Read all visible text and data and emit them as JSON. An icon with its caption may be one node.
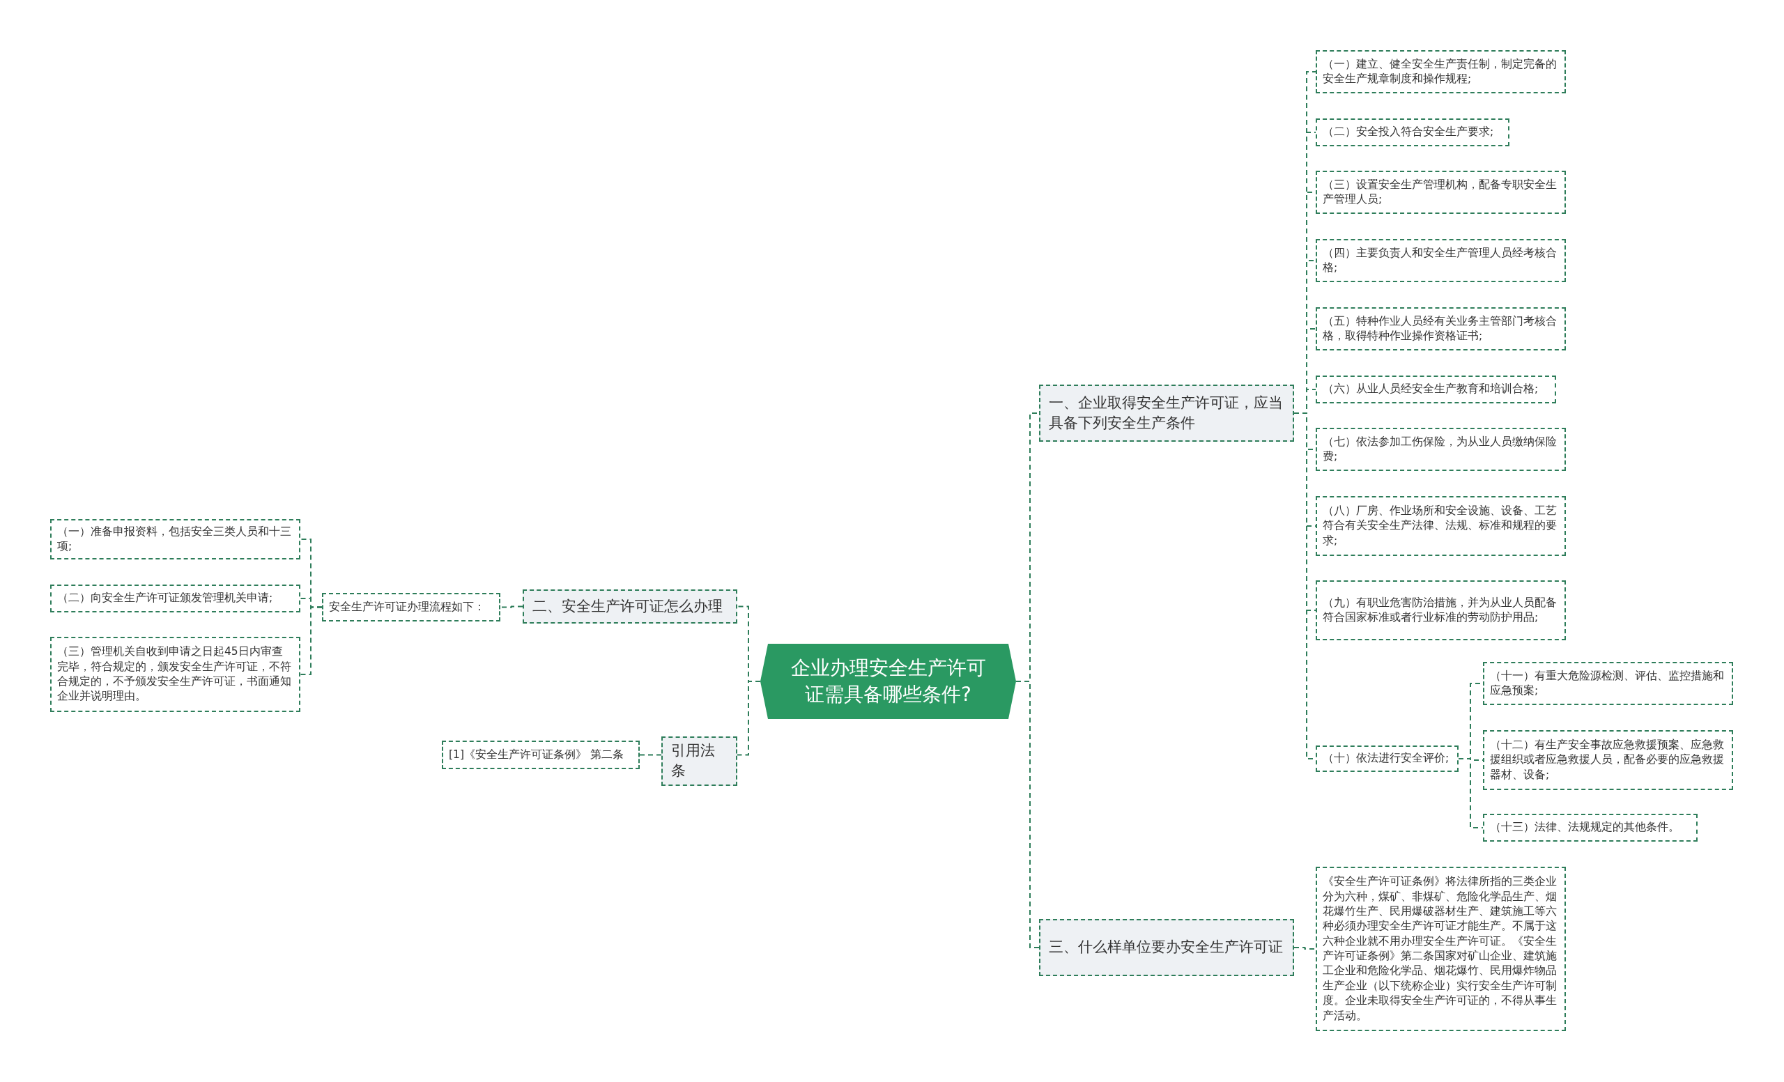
{
  "diagram": {
    "nodes": [
      {
        "text": [
          "企业办理安全生产许可证需具备哪些条件?"
        ]
      },
      {
        "text": [
          "一、企业取得安全生产许可证，应当具备下列安全生产条件"
        ]
      },
      {
        "text": [
          "（一）建立、健全安全生产责任制，制定完备的安全生产规章制度和操作规程;"
        ]
      },
      {
        "text": [
          "（二）安全投入符合安全生产要求;"
        ]
      },
      {
        "text": [
          "（三）设置安全生产管理机构，配备专职安全生产管理人员;"
        ]
      },
      {
        "text": [
          "（四）主要负责人和安全生产管理人员经考核合格;"
        ]
      },
      {
        "text": [
          "（五）特种作业人员经有关业务主管部门考核合格，取得特种作业操作资格证书;"
        ]
      },
      {
        "text": [
          "（六）从业人员经安全生产教育和培训合格;"
        ]
      },
      {
        "text": [
          "（七）依法参加工伤保险，为从业人员缴纳保险费;"
        ]
      },
      {
        "text": [
          "（八）厂房、作业场所和安全设施、设备、工艺符合有关安全生产法律、法规、标准和规程的要求;"
        ]
      },
      {
        "text": [
          "（九）有职业危害防治措施，并为从业人员配备符合国家标准或者行业标准的劳动防护用品;"
        ]
      },
      {
        "text": [
          "（十）依法进行安全评价;"
        ]
      },
      {
        "text": [
          "（十一）有重大危险源检测、评估、监控措施和应急预案;"
        ]
      },
      {
        "text": [
          "（十二）有生产安全事故应急救援预案、应急救援组织或者应急救援人员，配备必要的应急救援器材、设备;"
        ]
      },
      {
        "text": [
          "（十三）法律、法规规定的其他条件。"
        ]
      },
      {
        "text": [
          "三、什么样单位要办安全生产许可证"
        ]
      },
      {
        "text": [
          "《安全生产许可证条例》将法律所指的三类企业分为六种，煤矿、非煤矿、危险化学品生产、烟花爆竹生产、民用爆破器材生产、建筑施工等六种必须办理安全生产许可证才能生产。不属于这六种企业就不用办理安全生产许可证。《安全生产许可证条例》第二条国家对矿山企业、建筑施工企业和危险化学品、烟花爆竹、民用爆炸物品生产企业（以下统称企业）实行安全生产许可制度。企业未取得安全生产许可证的，不得从事生产活动。"
        ]
      },
      {
        "text": [
          "二、安全生产许可证怎么办理"
        ]
      },
      {
        "text": [
          "安全生产许可证办理流程如下："
        ]
      },
      {
        "text": [
          "（一）准备申报资料，包括安全三类人员和十三项;"
        ]
      },
      {
        "text": [
          "（二）向安全生产许可证颁发管理机关申请;"
        ]
      },
      {
        "text": [
          "（三）管理机关自收到申请之日起45日内审查完毕，符合规定的，颁发安全生产许可证，不符合规定的，不予颁发安全生产许可证，书面通知企业并说明理由。"
        ]
      },
      {
        "text": [
          "引用法条"
        ]
      },
      {
        "text": [
          "[1]《安全生产许可证条例》 第二条"
        ]
      }
    ],
    "edges": [
      {
        "from": 0,
        "to": 1,
        "arrow": "none",
        "style": "dashed"
      },
      {
        "from": 1,
        "to": 2,
        "arrow": "none",
        "style": "dashed"
      },
      {
        "from": 1,
        "to": 3,
        "arrow": "none",
        "style": "dashed"
      },
      {
        "from": 1,
        "to": 4,
        "arrow": "none",
        "style": "dashed"
      },
      {
        "from": 1,
        "to": 5,
        "arrow": "none",
        "style": "dashed"
      },
      {
        "from": 1,
        "to": 6,
        "arrow": "none",
        "style": "dashed"
      },
      {
        "from": 1,
        "to": 7,
        "arrow": "none",
        "style": "dashed"
      },
      {
        "from": 1,
        "to": 8,
        "arrow": "none",
        "style": "dashed"
      },
      {
        "from": 1,
        "to": 9,
        "arrow": "none",
        "style": "dashed"
      },
      {
        "from": 1,
        "to": 10,
        "arrow": "none",
        "style": "dashed"
      },
      {
        "from": 1,
        "to": 11,
        "arrow": "none",
        "style": "dashed"
      },
      {
        "from": 11,
        "to": 12,
        "arrow": "none",
        "style": "dashed"
      },
      {
        "from": 11,
        "to": 13,
        "arrow": "none",
        "style": "dashed"
      },
      {
        "from": 11,
        "to": 14,
        "arrow": "none",
        "style": "dashed"
      },
      {
        "from": 0,
        "to": 15,
        "arrow": "none",
        "style": "dashed"
      },
      {
        "from": 15,
        "to": 16,
        "arrow": "none",
        "style": "dashed"
      },
      {
        "from": 0,
        "to": 17,
        "arrow": "none",
        "style": "dashed"
      },
      {
        "from": 17,
        "to": 18,
        "arrow": "none",
        "style": "dashed"
      },
      {
        "from": 18,
        "to": 19,
        "arrow": "none",
        "style": "dashed"
      },
      {
        "from": 18,
        "to": 20,
        "arrow": "none",
        "style": "dashed"
      },
      {
        "from": 18,
        "to": 21,
        "arrow": "none",
        "style": "dashed"
      },
      {
        "from": 0,
        "to": 22,
        "arrow": "none",
        "style": "dashed"
      },
      {
        "from": 22,
        "to": 23,
        "arrow": "none",
        "style": "dashed"
      }
    ]
  }
}
